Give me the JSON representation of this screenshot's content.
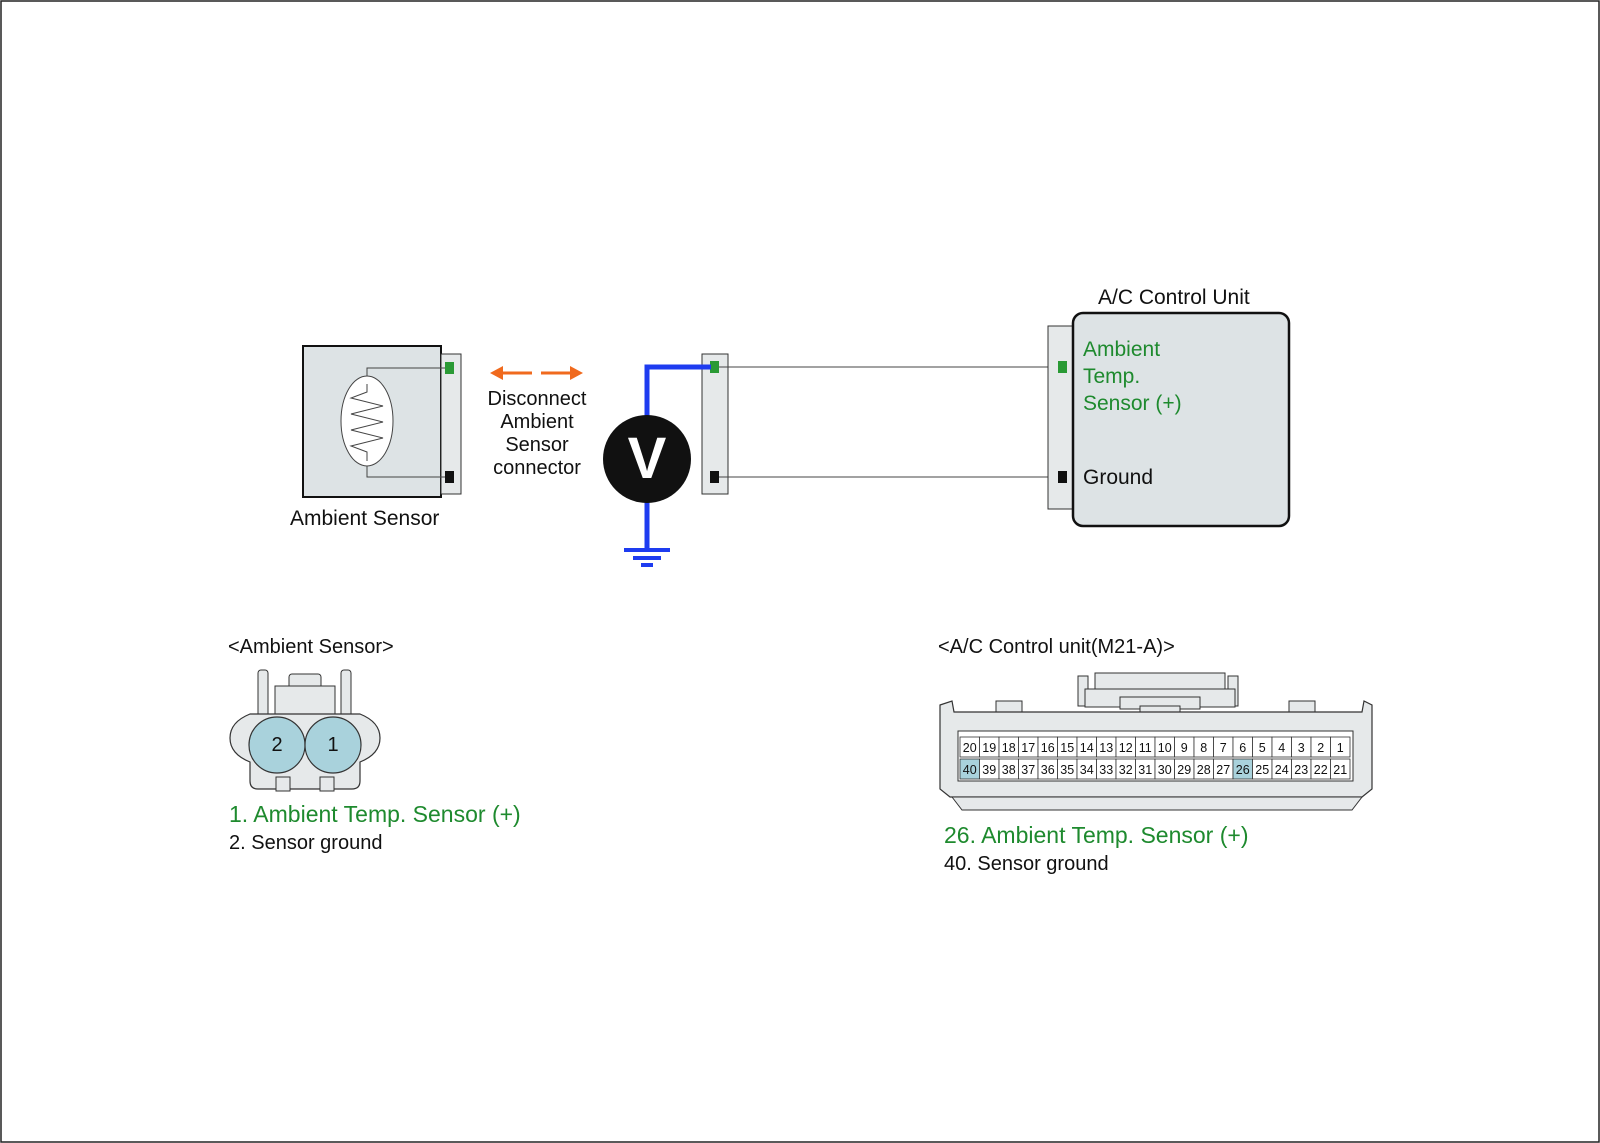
{
  "wiring": {
    "sensor_label": "Ambient Sensor",
    "disconnect_note": [
      "Disconnect",
      "Ambient",
      "Sensor",
      "connector"
    ],
    "voltmeter_symbol": "V",
    "ac_unit_title": "A/C Control Unit",
    "ac_terminal_signal": [
      "Ambient",
      "Temp.",
      "Sensor (+)"
    ],
    "ac_terminal_ground": "Ground"
  },
  "ambient_connector": {
    "title": "<Ambient Sensor>",
    "pins": [
      "2",
      "1"
    ],
    "legend": [
      {
        "text": "1. Ambient Temp. Sensor (+)",
        "color": "green"
      },
      {
        "text": "2. Sensor ground",
        "color": "black"
      }
    ]
  },
  "ac_connector": {
    "title": "<A/C Control unit(M21-A)>",
    "top_row": [
      "20",
      "19",
      "18",
      "17",
      "16",
      "15",
      "14",
      "13",
      "12",
      "11",
      "10",
      "9",
      "8",
      "7",
      "6",
      "5",
      "4",
      "3",
      "2",
      "1"
    ],
    "bottom_row": [
      "40",
      "39",
      "38",
      "37",
      "36",
      "35",
      "34",
      "33",
      "32",
      "31",
      "30",
      "29",
      "28",
      "27",
      "26",
      "25",
      "24",
      "23",
      "22",
      "21"
    ],
    "highlighted_pins": [
      "40",
      "26"
    ],
    "legend": [
      {
        "text": "26. Ambient Temp. Sensor (+)",
        "color": "green"
      },
      {
        "text": "40. Sensor ground",
        "color": "black"
      }
    ]
  },
  "colors": {
    "wire_probe": "#1e3cf0",
    "arrow": "#f06a1e",
    "signal_green": "#1e8a2e",
    "terminal_green": "#2a9a35",
    "pin_fill": "#a9d2dc",
    "housing_fill": "#e6e9ea",
    "unit_fill": "#dde3e5"
  }
}
